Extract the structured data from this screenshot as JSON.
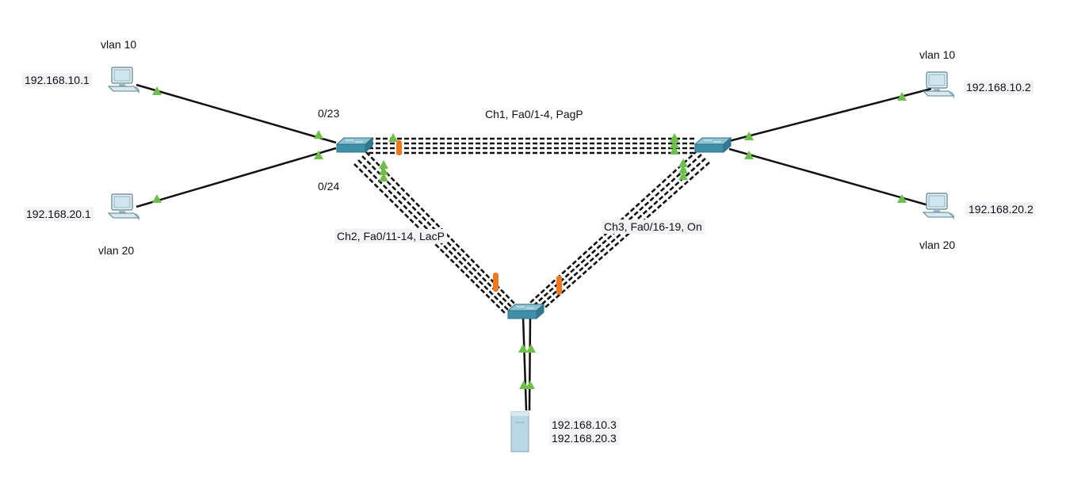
{
  "colors": {
    "cable": "#111111",
    "link_up": "#6cc04a",
    "blocked": "#f07820",
    "switch_top": "#8fc3d3",
    "switch_front": "#3f8fa8",
    "pc_screen": "#cfe6ee",
    "server": "#b9d8e4"
  },
  "icons": {
    "pc": "pc-icon",
    "switch": "switch-icon",
    "server": "server-icon"
  },
  "hosts": {
    "pc1": {
      "vlan": "vlan 10",
      "ip": "192.168.10.1"
    },
    "pc2": {
      "vlan": "vlan 20",
      "ip": "192.168.20.1"
    },
    "pc3": {
      "vlan": "vlan 10",
      "ip": "192.168.10.2"
    },
    "pc4": {
      "vlan": "vlan 20",
      "ip": "192.168.20.2"
    },
    "server": {
      "ip1": "192.168.10.3",
      "ip2": "192.168.20.3"
    }
  },
  "ports": {
    "p23": "0/23",
    "p24": "0/24"
  },
  "channels": {
    "ch1": "Ch1, Fa0/1-4, PagP",
    "ch2": "Ch2, Fa0/11-14, LacP",
    "ch3": "Ch3, Fa0/16-19, On"
  }
}
